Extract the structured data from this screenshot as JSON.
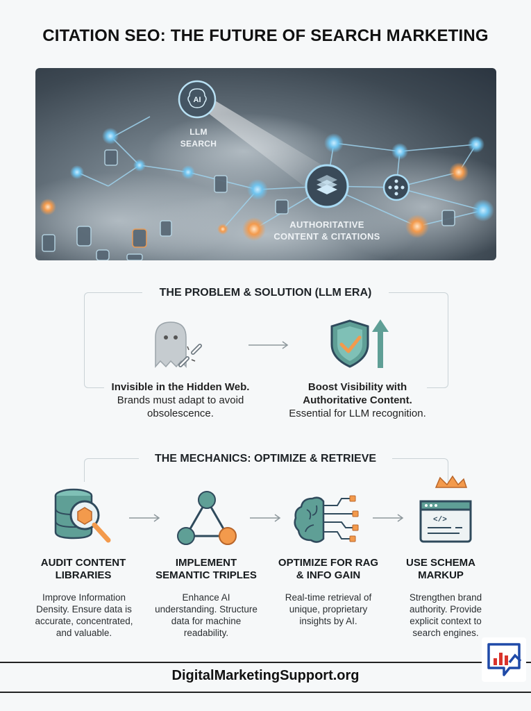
{
  "title": "CITATION SEO: THE FUTURE OF SEARCH MARKETING",
  "hero": {
    "llm_label": "LLM\nSEARCH",
    "ai_badge": "AI",
    "content_label": "AUTHORITATIVE\nCONTENT & CITATIONS"
  },
  "problem": {
    "heading": "THE PROBLEM & SOLUTION (LLM ERA)",
    "left": {
      "title": "Invisible in the Hidden Web.",
      "text": "Brands must adapt to avoid obsolescence.",
      "icon": "ghost-broken-link-icon"
    },
    "right": {
      "title": "Boost Visibility with Authoritative Content.",
      "text": "Essential for LLM recognition.",
      "icon": "shield-check-up-arrow-icon"
    }
  },
  "mechanics": {
    "heading": "THE MECHANICS: OPTIMIZE & RETRIEVE",
    "steps": [
      {
        "title": "AUDIT CONTENT LIBRARIES",
        "text": "Improve Information Density. Ensure data is accurate, concentrated, and valuable.",
        "icon": "database-magnifier-icon"
      },
      {
        "title": "IMPLEMENT SEMANTIC TRIPLES",
        "text": "Enhance AI understanding. Structure data for machine readability.",
        "icon": "triple-graph-icon"
      },
      {
        "title": "OPTIMIZE FOR RAG & INFO GAIN",
        "text": "Real-time retrieval of unique, proprietary insights by AI.",
        "icon": "brain-circuit-icon"
      },
      {
        "title": "USE SCHEMA MARKUP",
        "text": "Strengthen brand authority. Provide explicit context to search engines.",
        "icon": "code-window-crown-icon"
      }
    ]
  },
  "footer": {
    "site": "DigitalMarketingSupport.org",
    "logo": "chart-chat-logo-icon"
  },
  "colors": {
    "teal": "#5f9f96",
    "orange": "#f39a4c",
    "navy": "#2f4a5c",
    "glow_blue": "#6fc3ee"
  }
}
